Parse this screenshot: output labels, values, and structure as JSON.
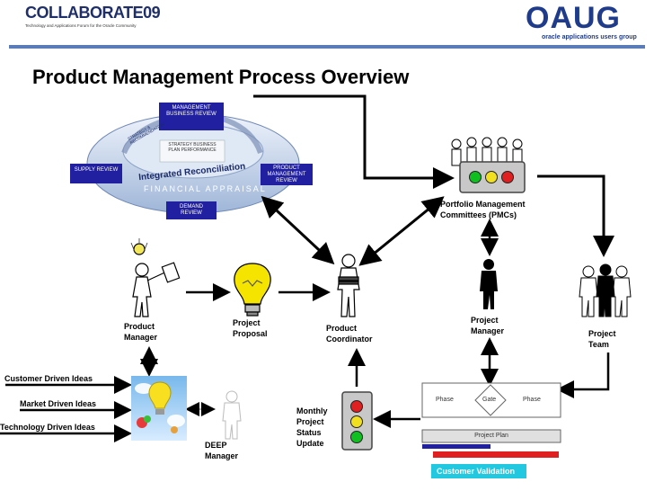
{
  "header": {
    "collaborate_brand": "COLLABORATE09",
    "collaborate_tagline": "Technology and Applications Forum for the Oracle Community",
    "oaug_brand": "OAUG",
    "oaug_tagline": "oracle applications users group"
  },
  "title": "Product Management Process Overview",
  "cycle": {
    "management_review": "MANAGEMENT BUSINESS REVIEW",
    "supply_review": "SUPPLY REVIEW",
    "product_management_review": "PRODUCT MANAGEMENT REVIEW",
    "demand_review": "DEMAND REVIEW",
    "strategy_box": "STRATEGY BUSINESS PLAN PERFORMANCE",
    "integrated": "Integrated Reconciliation",
    "financial": "FINANCIAL APPRAISAL",
    "strategy_arc": "STRATEGY & RECOMMENDATION"
  },
  "labels": {
    "portfolio_mgmt": "Portfolio Management",
    "pmcs": "Committees (PMCs)",
    "product_manager_1": "Product",
    "product_manager_2": "Manager",
    "project_proposal_1": "Project",
    "project_proposal_2": "Proposal",
    "product_coordinator_1": "Product",
    "product_coordinator_2": "Coordinator",
    "project_manager_1": "Project",
    "project_manager_2": "Manager",
    "project_team_1": "Project",
    "project_team_2": "Team",
    "customer_ideas": "Customer Driven Ideas",
    "market_ideas": "Market Driven Ideas",
    "technology_ideas": "Technology Driven Ideas",
    "deep_manager_1": "DEEP",
    "deep_manager_2": "Manager",
    "monthly_1": "Monthly",
    "monthly_2": "Project",
    "monthly_3": "Status",
    "monthly_4": "Update"
  },
  "project_plan": {
    "phase_left": "Phase",
    "gate": "Gate",
    "phase_right": "Phase",
    "plan": "Project Plan",
    "customer_validation": "Customer Validation"
  },
  "colors": {
    "box_blue": "#2020a0",
    "cyan": "#22c8e0",
    "red": "#e02020",
    "green": "#10c020",
    "yellow": "#f0e020"
  }
}
